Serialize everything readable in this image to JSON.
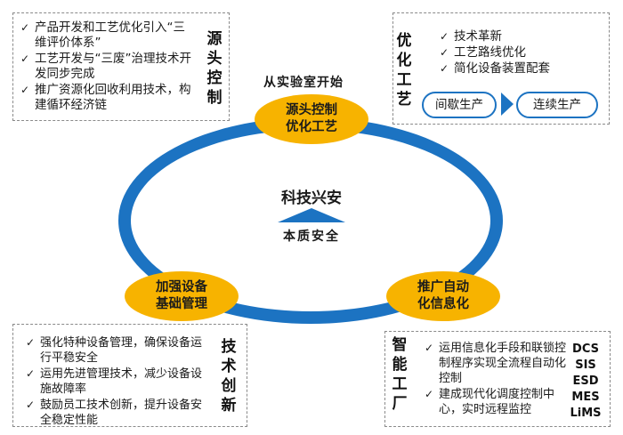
{
  "top_left": {
    "items": [
      "产品开发和工艺优化引入“三维评价体系”",
      "工艺开发与“三废”治理技术开发同步完成",
      "推广资源化回收利用技术，构建循环经济链"
    ],
    "label_chars": [
      "源",
      "头",
      "控",
      "制"
    ]
  },
  "top_right": {
    "label_chars": [
      "优",
      "化",
      "工",
      "艺"
    ],
    "items": [
      "技术革新",
      "工艺路线优化",
      "简化设备装置配套"
    ],
    "from_pill": "间歇生产",
    "to_pill": "连续生产"
  },
  "bottom_left": {
    "items": [
      "强化特种设备管理，确保设备运行平稳安全",
      "运用先进管理技术，减少设备设施故障率",
      "鼓励员工技术创新，提升设备安全稳定性能"
    ],
    "label_chars": [
      "技",
      "术",
      "创",
      "新"
    ]
  },
  "bottom_right": {
    "label_chars": [
      "智",
      "能",
      "工",
      "厂"
    ],
    "items": [
      "运用信息化手段和联锁控制程序实现全流程自动化控制",
      "建成现代化调度控制中心，实时远程监控"
    ],
    "abbreviations": [
      "DCS",
      "SIS",
      "ESD",
      "MES",
      "LiMS"
    ]
  },
  "cycle": {
    "start_label": "从实验室开始",
    "top_node": [
      "源头控制",
      "优化工艺"
    ],
    "left_node": [
      "加强设备",
      "基础管理"
    ],
    "right_node": [
      "推广自动",
      "化信息化"
    ],
    "center_title": "科技兴安",
    "center_sub": "本质安全"
  },
  "colors": {
    "ring": "#1c73c2",
    "node": "#f7b300"
  },
  "icons": {
    "check": "checkmark-icon"
  }
}
